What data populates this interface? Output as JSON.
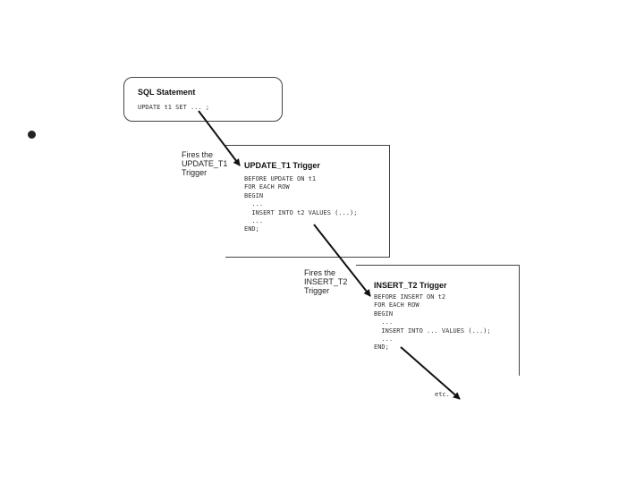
{
  "sql_statement": {
    "title": "SQL Statement",
    "code": "UPDATE t1 SET ... ;"
  },
  "fires_1": {
    "text": "Fires the\nUPDATE_T1\nTrigger"
  },
  "trigger_1": {
    "title": "UPDATE_T1 Trigger",
    "code": "BEFORE UPDATE ON t1\nFOR EACH ROW\nBEGIN\n  ...\n  INSERT INTO t2 VALUES (...);\n  ...\nEND;"
  },
  "fires_2": {
    "text": "Fires the\nINSERT_T2\nTrigger"
  },
  "trigger_2": {
    "title": "INSERT_T2 Trigger",
    "code": "BEFORE INSERT ON t2\nFOR EACH ROW\nBEGIN\n  ...\n  INSERT INTO ... VALUES (...);\n  ...\nEND;"
  },
  "continuation": "etc.",
  "colors": {
    "line": "#111111",
    "border": "#444444"
  }
}
